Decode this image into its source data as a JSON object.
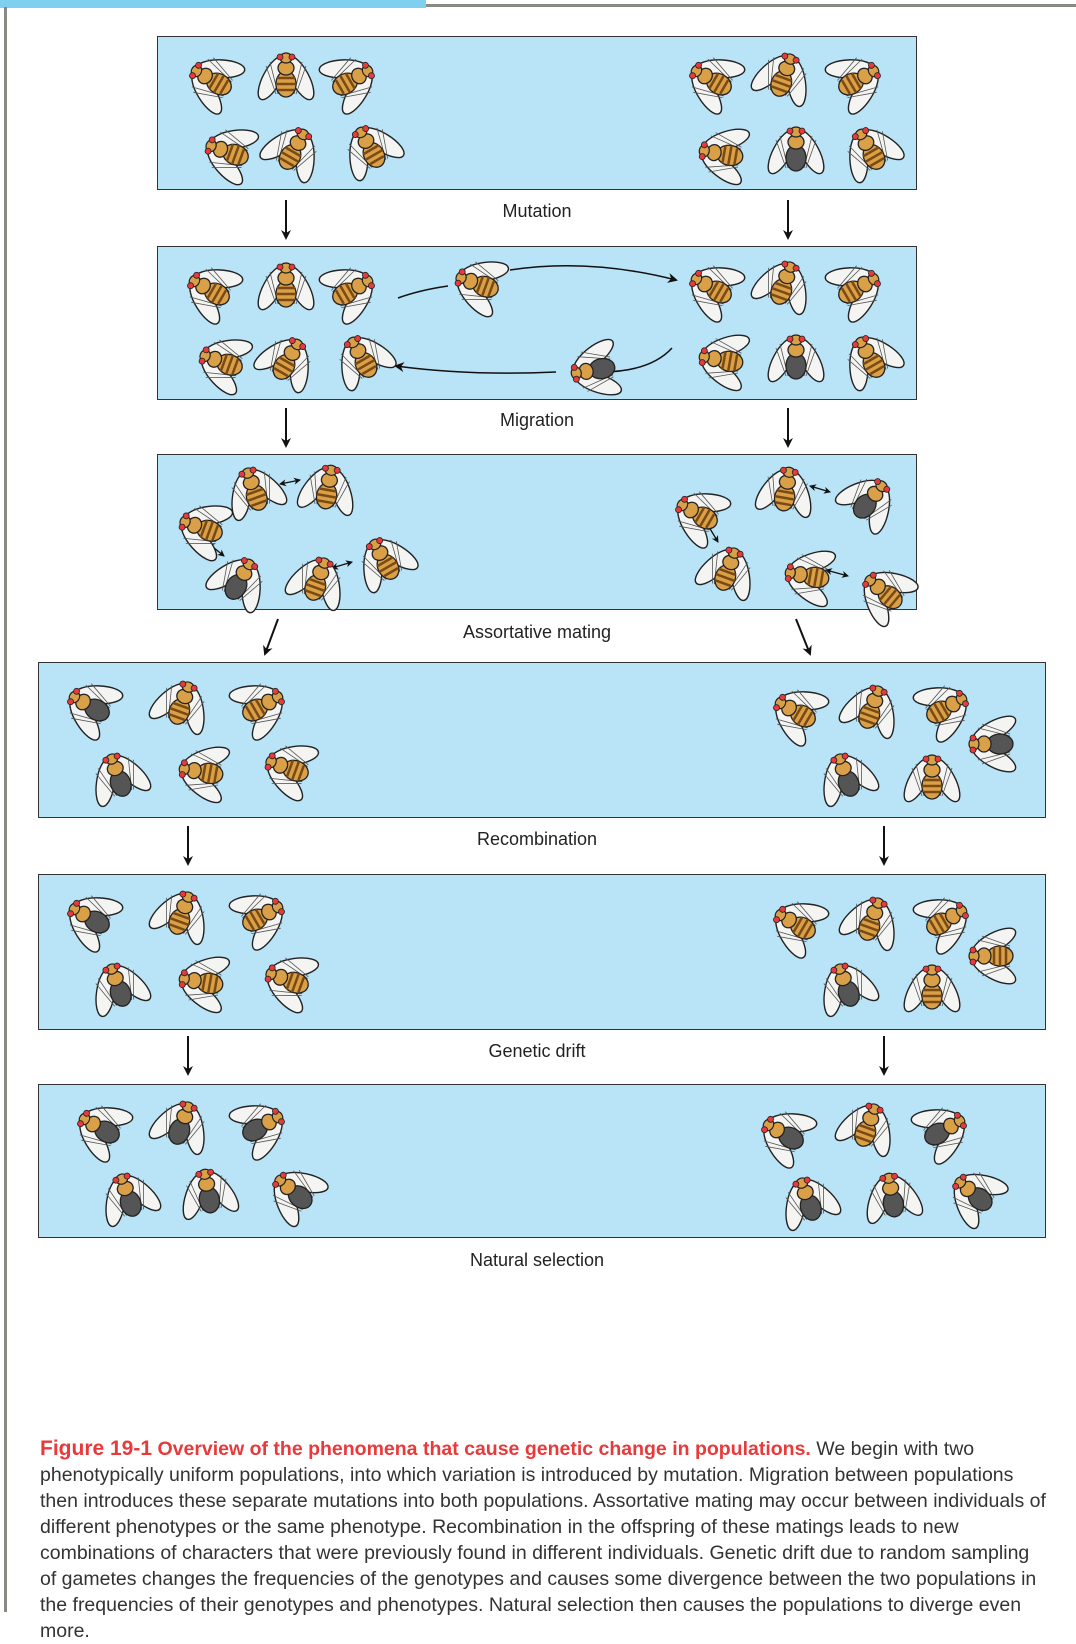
{
  "stages": [
    {
      "label": "Mutation"
    },
    {
      "label": "Migration"
    },
    {
      "label": "Assortative mating"
    },
    {
      "label": "Recombination"
    },
    {
      "label": "Genetic drift"
    },
    {
      "label": "Natural selection"
    }
  ],
  "caption": {
    "figure_number": "Figure 19-1",
    "title": "Overview of the phenomena that cause genetic change in populations.",
    "body": "We begin with two phenotypically uniform populations, into which variation is introduced by mutation. Migration between populations then introduces these separate mutations into both populations. Assortative mating may occur between individuals of different phenotypes or the same phenotype. Recombination in the offspring of these matings leads to new combinations of characters that were previously found in different individuals. Genetic drift due to random sampling of gametes changes the frequencies of the genotypes and causes some divergence between the two populations in the frequencies of their genotypes and phenotypes. Natural selection then causes the populations to diverge even more."
  },
  "colors": {
    "panel_fill": "#b9e3f6",
    "fly_body": "#d9a048",
    "fly_stripe": "#7a4a12",
    "fly_dark_abdomen": "#555555",
    "fly_eye": "#e8393b",
    "caption_accent": "#e8393b"
  }
}
